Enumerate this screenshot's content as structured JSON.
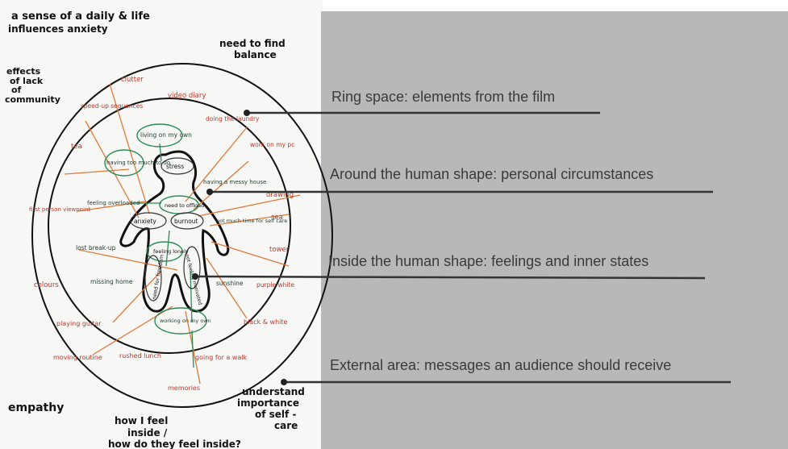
{
  "sketch": {
    "top_left_note": [
      "a sense of a daily & life",
      "influences anxiety"
    ],
    "top_right_note": [
      "need to find",
      "balance"
    ],
    "left_note": [
      "effects",
      "of lack",
      "of",
      "community"
    ],
    "bottom_left_note": "empathy",
    "bottom_center_note": [
      "how I feel",
      "inside /",
      "how do they feel inside?"
    ],
    "bottom_right_note": [
      "understand",
      "importance",
      "of self -",
      "care"
    ],
    "ring_words": [
      "clutter",
      "video diary",
      "speed-up sequences",
      "doing the laundry",
      "tea",
      "work on my pc",
      "drawing",
      "first person viewpoint",
      "sea",
      "tower",
      "colours",
      "purple white",
      "playing guitar",
      "black & white",
      "moving routine",
      "rushed lunch",
      "going for a walk",
      "memories"
    ],
    "circumstances": [
      "living on my own",
      "having too much to do",
      "having a messy house",
      "feeling overloaded",
      "not much time for self care",
      "lost break-up",
      "missing home",
      "sunshine",
      "working on my own"
    ],
    "feelings": [
      "stress",
      "need to offload",
      "anxiety",
      "burnout",
      "feeling lonely",
      "need for freedom",
      "not feeling motivated"
    ]
  },
  "callouts": [
    {
      "label": "Ring space: elements from the film"
    },
    {
      "label": "Around the human shape: personal circumstances"
    },
    {
      "label": "Inside the human shape: feelings and inner states"
    },
    {
      "label": "External area: messages an audience should receive"
    }
  ]
}
